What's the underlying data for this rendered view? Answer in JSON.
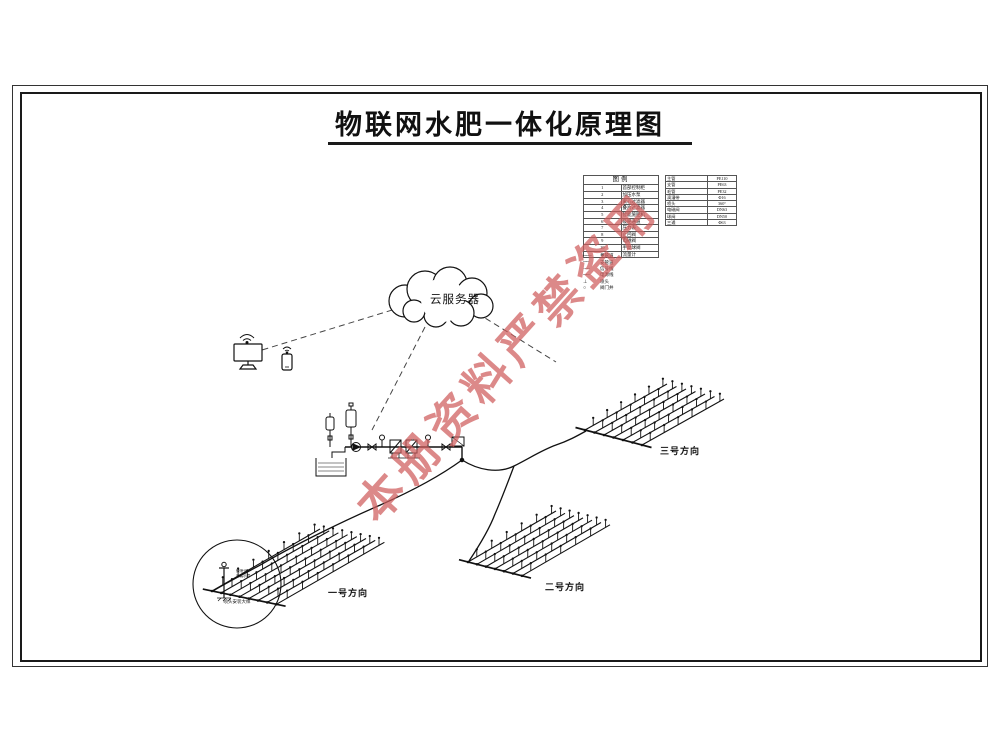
{
  "page": {
    "title": "物联网水肥一体化原理图",
    "watermark": "本册资料严禁盗用"
  },
  "cloud": {
    "label": "云服务器"
  },
  "legend": {
    "title": "图例",
    "left_rows": [
      {
        "no": "1",
        "name": "首部控制柜"
      },
      {
        "no": "2",
        "name": "加压水泵"
      },
      {
        "no": "3",
        "name": "离心过滤器"
      },
      {
        "no": "4",
        "name": "叠片过滤器"
      },
      {
        "no": "5",
        "name": "智能施肥机"
      },
      {
        "no": "6",
        "name": "吸肥通道"
      },
      {
        "no": "7",
        "name": "压力表"
      },
      {
        "no": "8",
        "name": "止回阀"
      },
      {
        "no": "9",
        "name": "电磁阀"
      },
      {
        "no": "10",
        "name": "手动球阀"
      },
      {
        "no": "11",
        "name": "流量计"
      }
    ],
    "right_rows": [
      {
        "name": "主管",
        "spec": "PE110"
      },
      {
        "name": "支管",
        "spec": "PE63"
      },
      {
        "name": "毛管",
        "spec": "PE32"
      },
      {
        "name": "滴灌带",
        "spec": "Φ16"
      },
      {
        "name": "喷头",
        "spec": "360°"
      },
      {
        "name": "电磁阀",
        "spec": "DN63"
      },
      {
        "name": "球阀",
        "spec": "DN50"
      },
      {
        "name": "三通",
        "spec": "Φ63"
      }
    ],
    "pipe_rows": [
      {
        "sym": "───",
        "name": "主管道"
      },
      {
        "sym": "─ ─",
        "name": "支管道"
      },
      {
        "sym": "┄┄┄",
        "name": "信号线"
      },
      {
        "sym": "─·─",
        "name": "电源线"
      },
      {
        "sym": "⊥",
        "name": "喷头"
      },
      {
        "sym": "○",
        "name": "阀门井"
      }
    ]
  },
  "fields": [
    {
      "label": "一号方向"
    },
    {
      "label": "二号方向"
    },
    {
      "label": "三号方向"
    }
  ],
  "callout": {
    "title": "喷头安装大样",
    "note_line1": "微喷头",
    "note_line2": "安装示意"
  }
}
